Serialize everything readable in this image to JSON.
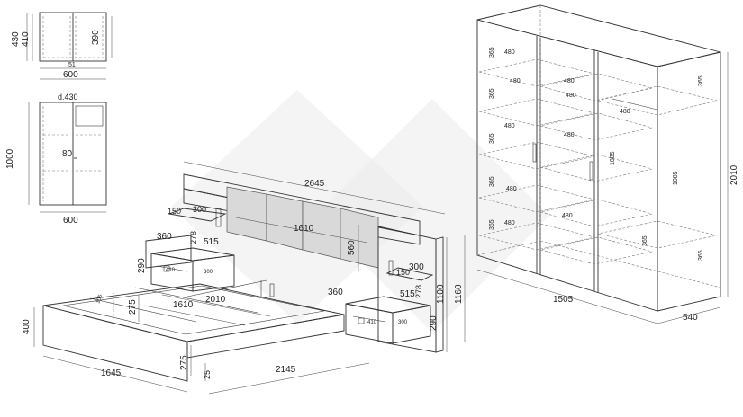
{
  "chest": {
    "dim_430": "430",
    "dim_410": "410",
    "dim_390": "390",
    "dim_51": "51",
    "dim_600": "600"
  },
  "front": {
    "label_d430": "d.430",
    "dim_1000": "1000",
    "dim_80": "80",
    "dim_600": "600"
  },
  "bed": {
    "dim_2645": "2645",
    "dim_1610_headboard": "1610",
    "dim_560": "560",
    "dim_150_left": "150",
    "dim_300_left": "300",
    "dim_360_left": "360",
    "dim_278_left": "278",
    "dim_515_left": "515",
    "dim_290_left": "290",
    "dim_410_left": "410",
    "dim_300_left_drawer": "300",
    "dim_105": "105",
    "dim_275_inner": "275",
    "dim_2010": "2010",
    "dim_1610_base": "1610",
    "dim_400": "400",
    "dim_1645": "1645",
    "dim_275_front": "275",
    "dim_25": "25",
    "dim_2145": "2145",
    "dim_360_right": "360",
    "dim_150_right": "150",
    "dim_300_right": "300",
    "dim_515_right": "515",
    "dim_278_right": "278",
    "dim_410_right": "410",
    "dim_300_right_drawer": "300",
    "dim_290_right": "290",
    "dim_1100": "1100",
    "dim_1160": "1160"
  },
  "wardrobe": {
    "dim_365_1": "365",
    "dim_365_2": "365",
    "dim_365_3": "365",
    "dim_365_4": "365",
    "dim_365_5": "365",
    "dim_480_1": "480",
    "dim_480_2": "480",
    "dim_480_3": "480",
    "dim_480_4": "480",
    "dim_480_5": "480",
    "dim_480_6": "480",
    "dim_480_7": "480",
    "dim_480_8": "480",
    "dim_480_9": "480",
    "dim_480_10": "480",
    "dim_1085_1": "1085",
    "dim_1085_2": "1085",
    "dim_365_right_1": "365",
    "dim_365_right_2": "365",
    "dim_365_right_3": "365",
    "dim_2010": "2010",
    "dim_1505": "1505",
    "dim_540": "540"
  }
}
